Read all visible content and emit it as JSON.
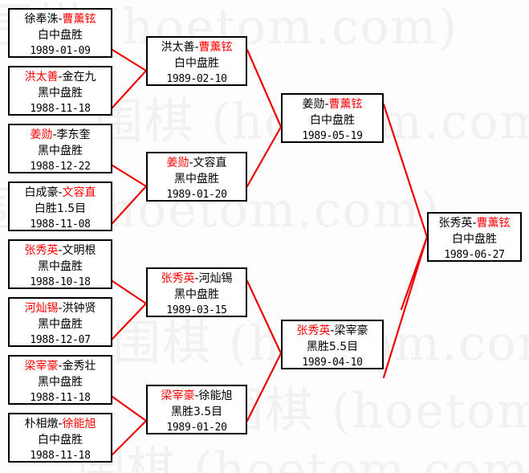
{
  "watermark": {
    "text": "围棋 (hoetom.com)",
    "color": "#f1f1f1",
    "rows": [
      "围棋 (hoetom.com)",
      "围棋 (hoetom.com)",
      "围棋 (hoetom.com)",
      "围棋 (hoetom.com)",
      "围棋 (hoetom.com)",
      "围棋 (hoetom.com)"
    ]
  },
  "colors": {
    "winner": "#ff0000",
    "loser": "#000000",
    "connector": "#ee0000",
    "box_border": "#000000",
    "background": "#fdfdfd"
  },
  "bracket": {
    "round1": [
      {
        "id": "r1m1",
        "player_left": "徐奉洙",
        "player_left_color": "#000000",
        "player_right": "曹薰铉",
        "player_right_color": "#ff0000",
        "result": "白中盘胜",
        "date": "1989-01-09"
      },
      {
        "id": "r1m2",
        "player_left": "洪太善",
        "player_left_color": "#ff0000",
        "player_right": "金在九",
        "player_right_color": "#000000",
        "result": "黑中盘胜",
        "date": "1988-11-18"
      },
      {
        "id": "r1m3",
        "player_left": "姜勋",
        "player_left_color": "#ff0000",
        "player_right": "李东奎",
        "player_right_color": "#000000",
        "result": "黑中盘胜",
        "date": "1988-12-22"
      },
      {
        "id": "r1m4",
        "player_left": "白成豪",
        "player_left_color": "#000000",
        "player_right": "文容直",
        "player_right_color": "#ff0000",
        "result": "白胜1.5目",
        "date": "1988-11-08"
      },
      {
        "id": "r1m5",
        "player_left": "张秀英",
        "player_left_color": "#ff0000",
        "player_right": "文明根",
        "player_right_color": "#000000",
        "result": "黑中盘胜",
        "date": "1988-10-18"
      },
      {
        "id": "r1m6",
        "player_left": "河灿锡",
        "player_left_color": "#ff0000",
        "player_right": "洪钟贤",
        "player_right_color": "#000000",
        "result": "黑中盘胜",
        "date": "1988-12-07"
      },
      {
        "id": "r1m7",
        "player_left": "梁宰豪",
        "player_left_color": "#ff0000",
        "player_right": "金秀壮",
        "player_right_color": "#000000",
        "result": "黑中盘胜",
        "date": "1988-11-18"
      },
      {
        "id": "r1m8",
        "player_left": "朴相燉",
        "player_left_color": "#000000",
        "player_right": "徐能旭",
        "player_right_color": "#ff0000",
        "result": "白中盘胜",
        "date": "1988-11-18"
      }
    ],
    "round2": [
      {
        "id": "r2m1",
        "player_left": "洪太善",
        "player_left_color": "#000000",
        "player_right": "曹薰铉",
        "player_right_color": "#ff0000",
        "result": "白中盘胜",
        "date": "1989-02-10"
      },
      {
        "id": "r2m2",
        "player_left": "姜勋",
        "player_left_color": "#ff0000",
        "player_right": "文容直",
        "player_right_color": "#000000",
        "result": "黑中盘胜",
        "date": "1989-01-20"
      },
      {
        "id": "r2m3",
        "player_left": "张秀英",
        "player_left_color": "#ff0000",
        "player_right": "河灿锡",
        "player_right_color": "#000000",
        "result": "黑中盘胜",
        "date": "1989-03-15"
      },
      {
        "id": "r2m4",
        "player_left": "梁宰豪",
        "player_left_color": "#ff0000",
        "player_right": "徐能旭",
        "player_right_color": "#000000",
        "result": "黑胜3.5目",
        "date": "1989-01-20"
      }
    ],
    "round3": [
      {
        "id": "r3m1",
        "player_left": "姜勋",
        "player_left_color": "#000000",
        "player_right": "曹薰铉",
        "player_right_color": "#ff0000",
        "result": "白中盘胜",
        "date": "1989-05-19"
      },
      {
        "id": "r3m2",
        "player_left": "张秀英",
        "player_left_color": "#ff0000",
        "player_right": "梁宰豪",
        "player_right_color": "#000000",
        "result": "黑胜5.5目",
        "date": "1989-04-10"
      }
    ],
    "final": [
      {
        "id": "fm1",
        "player_left": "张秀英",
        "player_left_color": "#000000",
        "player_right": "曹薰铉",
        "player_right_color": "#ff0000",
        "result": "白中盘胜",
        "date": "1989-06-27"
      }
    ]
  }
}
